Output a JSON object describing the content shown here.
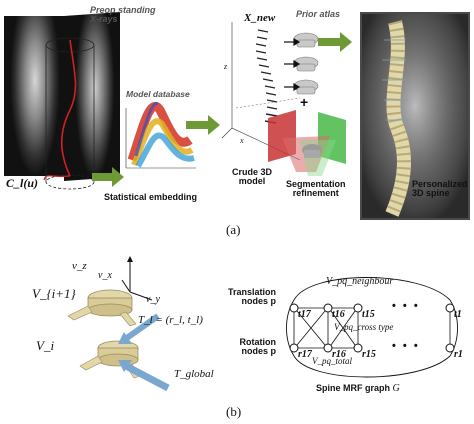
{
  "panel_a": {
    "caption": "(a)",
    "xray_label_line1": "Preop standing",
    "xray_label_line2": "X-rays",
    "curve_label": "C_l(u)",
    "model_database_label": "Model database",
    "statistical_embedding_label": "Statistical embedding",
    "x_new_label": "X_new",
    "prior_atlas_label": "Prior atlas",
    "plus_sign": "+",
    "crude_model_line1": "Crude 3D",
    "crude_model_line2": "model",
    "segmentation_line1": "Segmentation",
    "segmentation_line2": "refinement",
    "personalized_line1": "Personalized",
    "personalized_line2": "3D spine",
    "axis_z": "z",
    "axis_x": "x"
  },
  "panel_b": {
    "caption": "(b)",
    "left": {
      "vz": "v_z",
      "vx": "v_x",
      "vy": "v_y",
      "vi_plus": "V_{i+1}",
      "vi": "V_i",
      "tl": "T_l = (r_l, t_l)",
      "tglobal": "T_global"
    },
    "mrf": {
      "translation_line1": "Translation",
      "translation_line2": "nodes p",
      "rotation_line1": "Rotation",
      "rotation_line2": "nodes p",
      "neighbour_label": "V_pq_neighbour",
      "cross_label": "V_pq_cross type",
      "total_label": "V_pq_total",
      "graph_label": "Spine MRF graph",
      "graph_symbol": "G",
      "top_nodes": [
        "t17",
        "t16",
        "t15",
        "t1"
      ],
      "bottom_nodes": [
        "r17",
        "r16",
        "r15",
        "r1"
      ],
      "ellipsis": "• • •"
    }
  },
  "colors": {
    "arrow_green": "#6e9a35",
    "curve_red": "#d22020",
    "red_plane": "#c83232",
    "green_plane": "#3cb43c",
    "bone": "#e2d7a8",
    "arrow_blue": "#7aa7cf"
  }
}
